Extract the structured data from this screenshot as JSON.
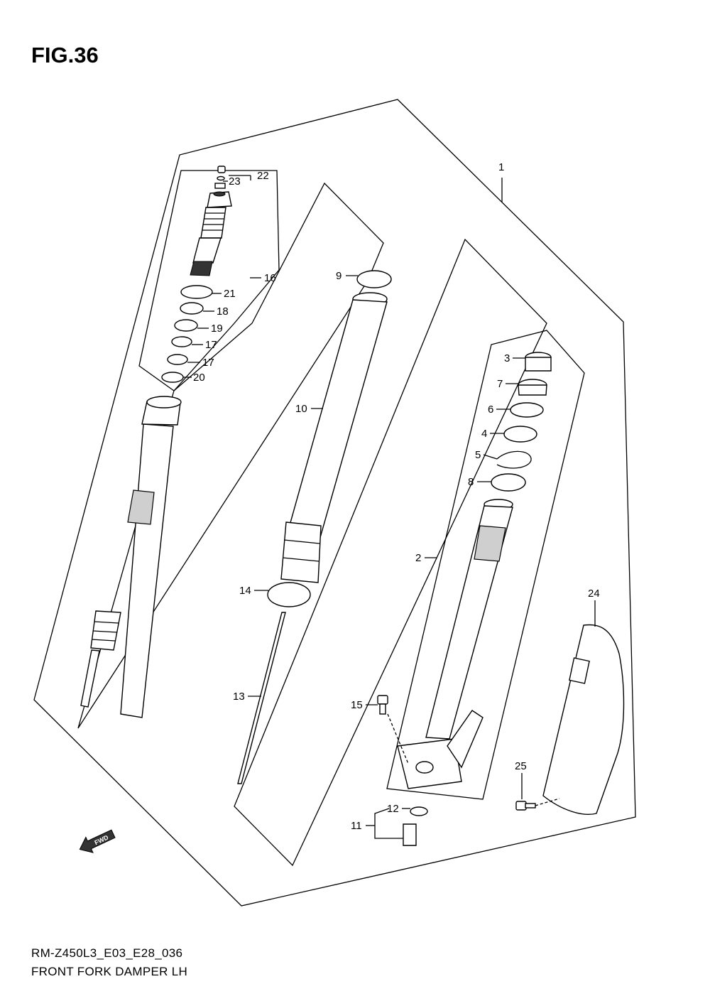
{
  "figure_title": "FIG.36",
  "footer": {
    "model_code": "RM-Z450L3_E03_E28_036",
    "caption": "FRONT FORK DAMPER LH"
  },
  "direction_marker": "FWD",
  "part_labels": {
    "p1": "1",
    "p2": "2",
    "p3": "3",
    "p4": "4",
    "p5": "5",
    "p6": "6",
    "p7": "7",
    "p8": "8",
    "p9": "9",
    "p10": "10",
    "p11": "11",
    "p12": "12",
    "p13": "13",
    "p14": "14",
    "p15": "15",
    "p16": "16",
    "p17a": "17",
    "p17b": "17",
    "p18": "18",
    "p19": "19",
    "p20": "20",
    "p21": "21",
    "p22": "22",
    "p23": "23",
    "p24": "24",
    "p25": "25"
  }
}
